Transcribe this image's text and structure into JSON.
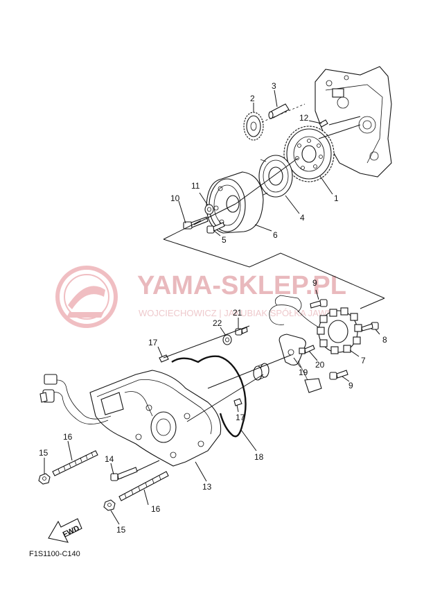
{
  "watermark": {
    "title": "YAMA-SKLEP.PL",
    "subtitle": "WOJCIECHOWICZ | JAKUBIAK SPÓŁKA JAWNA"
  },
  "diagram_code": "F1S1100-C140",
  "fwd_label": "FWD",
  "callouts": {
    "c1": "1",
    "c2": "2",
    "c3": "3",
    "c4": "4",
    "c5": "5",
    "c6": "6",
    "c7": "7",
    "c8": "8",
    "c9a": "9",
    "c9b": "9",
    "c10": "10",
    "c11": "11",
    "c12": "12",
    "c13": "13",
    "c14": "14",
    "c15a": "15",
    "c15b": "15",
    "c16a": "16",
    "c16b": "16",
    "c17a": "17",
    "c17b": "17",
    "c18": "18",
    "c19": "19",
    "c20": "20",
    "c21": "21",
    "c22": "22"
  }
}
